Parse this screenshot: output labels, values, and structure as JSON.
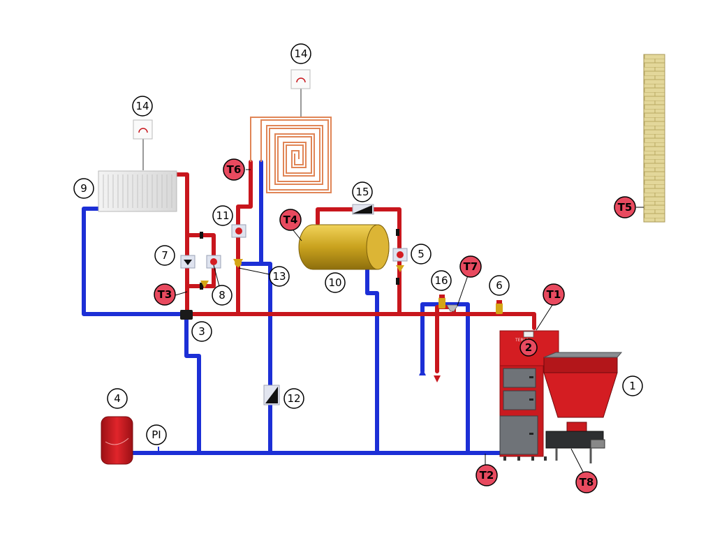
{
  "colors": {
    "supply": "#c8161d",
    "return": "#1c2fd6",
    "badge_red": "#e84a5f",
    "badge_white": "#ffffff",
    "boiler": "#d41d22",
    "tank": "#c9a21e",
    "brick": "#e3d79a",
    "floor_coil": "#e08556"
  },
  "labels": {
    "n1": "1",
    "n2": "2",
    "n3": "3",
    "n4": "4",
    "n5": "5",
    "n6": "6",
    "n7": "7",
    "n8": "8",
    "n9": "9",
    "n10": "10",
    "n11": "11",
    "n12": "12",
    "n13": "13",
    "n14a": "14",
    "n14b": "14",
    "n15": "15",
    "n16": "16",
    "pi": "PI",
    "t1": "T1",
    "t2": "T2",
    "t3": "T3",
    "t4": "T4",
    "t5": "T5",
    "t6": "T6",
    "t7": "T7",
    "t8": "T8"
  },
  "boiler_brand": "TERLA"
}
